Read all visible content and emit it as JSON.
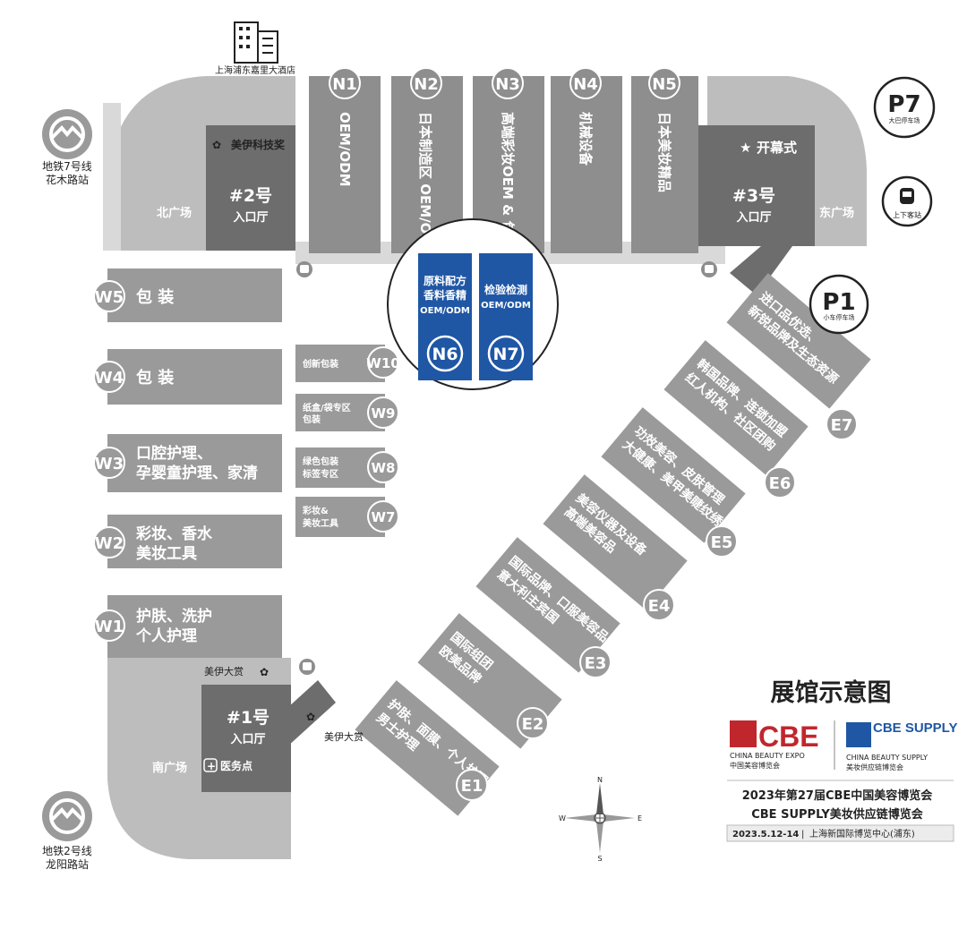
{
  "title": "展馆示意图",
  "brand": {
    "cbe": "CBE",
    "cbe_en": "CHINA BEAUTY EXPO",
    "cbe_cn": "中国美容博览会",
    "supply": "CBE SUPPLY",
    "supply_en": "CHINA BEAUTY SUPPLY",
    "supply_cn": "美妆供应链博览会",
    "red": "#c0272d",
    "blue": "#1f57a5"
  },
  "event": {
    "line1": "2023年第27届CBE中国美容博览会",
    "line2": "CBE SUPPLY美妆供应链博览会",
    "date": "2023.5.12-14",
    "venue": "上海新国际博览中心(浦东)"
  },
  "landmarks": {
    "hotel": "上海浦东嘉里大酒店",
    "metro7": [
      "地铁7号线",
      "花木路站"
    ],
    "metro2": [
      "地铁2号线",
      "龙阳路站"
    ],
    "p7": "P7",
    "p7_sub": "大巴停车场",
    "p1": "P1",
    "p1_sub": "小车停车场",
    "bus_station": "上下客站",
    "north_plaza": "北广场",
    "east_plaza": "东广场",
    "south_plaza": "南广场",
    "award_top": "美伊科技奖",
    "award_w1": "美伊大赏",
    "award_diag": "美伊大赏",
    "opening": "开幕式",
    "medical": "医务点"
  },
  "entrances": [
    {
      "num": "#2号",
      "label": "入口厅"
    },
    {
      "num": "#3号",
      "label": "入口厅"
    },
    {
      "num": "#1号",
      "label": "入口厅"
    }
  ],
  "north_halls": [
    {
      "id": "N1",
      "desc": "OEM/ODM"
    },
    {
      "id": "N2",
      "desc": "日本制造区 OEM/ODM"
    },
    {
      "id": "N3",
      "desc": "高端彩妆OEM & 包装"
    },
    {
      "id": "N4",
      "desc": "机械设备"
    },
    {
      "id": "N5",
      "desc": "日本美妆精品"
    }
  ],
  "n6": {
    "id": "N6",
    "line1": "原料配方",
    "line2": "香料香精",
    "line3": "OEM/ODM"
  },
  "n7": {
    "id": "N7",
    "line1": "检验检测",
    "line2": "OEM/ODM"
  },
  "west_halls": [
    {
      "id": "W5",
      "line1": "包 装",
      "line2": ""
    },
    {
      "id": "W4",
      "line1": "包 装",
      "line2": ""
    },
    {
      "id": "W3",
      "line1": "口腔护理、",
      "line2": "孕婴童护理、家清"
    },
    {
      "id": "W2",
      "line1": "彩妆、香水",
      "line2": "美妆工具"
    },
    {
      "id": "W1",
      "line1": "护肤、洗护",
      "line2": "个人护理"
    }
  ],
  "small_halls": [
    {
      "id": "W10",
      "line1": "创新包装",
      "line2": ""
    },
    {
      "id": "W9",
      "line1": "纸盒/袋专区",
      "line2": "包装"
    },
    {
      "id": "W8",
      "line1": "绿色包装",
      "line2": "标签专区"
    },
    {
      "id": "W7",
      "line1": "彩妆&",
      "line2": "美妆工具"
    }
  ],
  "east_halls": [
    {
      "id": "E1",
      "line1": "护肤、面膜、个人护理",
      "line2": "男士护理"
    },
    {
      "id": "E2",
      "line1": "国际组团",
      "line2": "欧美品牌"
    },
    {
      "id": "E3",
      "line1": "国际品牌、口服美容品",
      "line2": "意大利主宾国"
    },
    {
      "id": "E4",
      "line1": "美容仪器及设备",
      "line2": "高端美容品"
    },
    {
      "id": "E5",
      "line1": "功效美容、皮肤管理",
      "line2": "大健康、美甲美睫纹绣"
    },
    {
      "id": "E6",
      "line1": "韩国品牌、连锁加盟",
      "line2": "红人机构、社区团购"
    },
    {
      "id": "E7",
      "line1": "进口品优选、",
      "line2": "新锐品牌及生态资源"
    }
  ],
  "compass": {
    "n": "N",
    "s": "S",
    "e": "E",
    "w": "W"
  }
}
